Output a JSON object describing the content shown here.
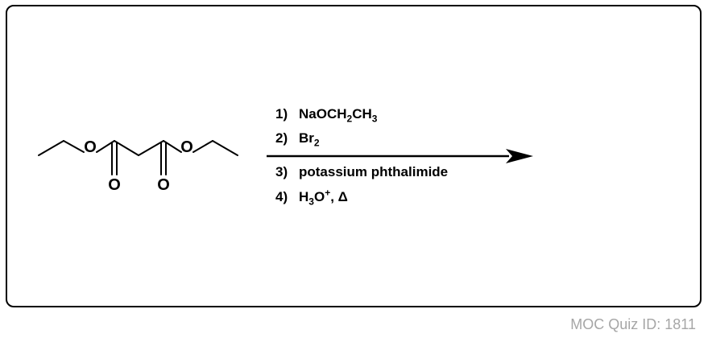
{
  "molecule": {
    "atoms": {
      "ester_oxygen_left": "O",
      "carbonyl_oxygen_left": "O",
      "carbonyl_oxygen_right": "O",
      "ester_oxygen_right": "O"
    }
  },
  "steps": [
    {
      "number": "1)",
      "reagent": "NaOCH",
      "sub1": "2",
      "mid": "CH",
      "sub2": "3"
    },
    {
      "number": "2)",
      "reagent": "Br",
      "sub": "2"
    },
    {
      "number": "3)",
      "reagent": "potassium phthalimide"
    },
    {
      "number": "4)",
      "reagent_a": "H",
      "sub": "3",
      "reagent_b": "O",
      "sup": "+",
      "reagent_c": ", Δ"
    }
  ],
  "footer": {
    "quiz_id": "MOC Quiz ID: 1811"
  },
  "colors": {
    "frame": "#000000",
    "footer_text": "#a6a6a6"
  }
}
